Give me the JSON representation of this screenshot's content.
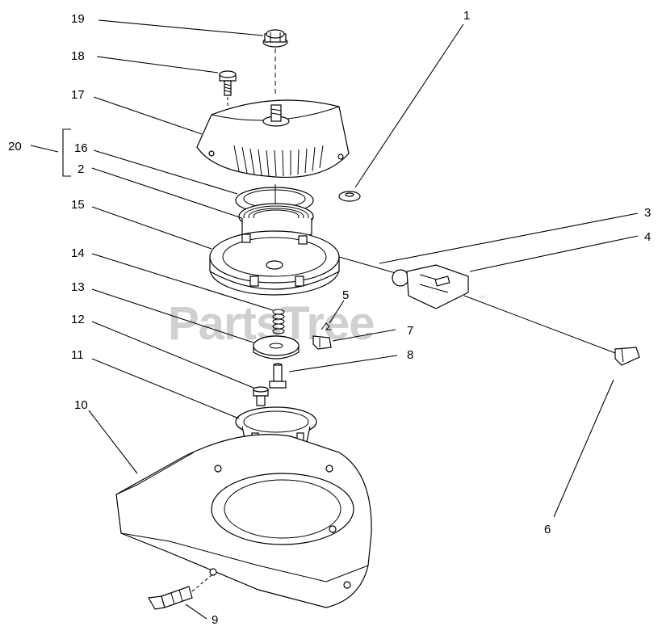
{
  "watermark": {
    "text": "PartsTree",
    "trademark": "™"
  },
  "callouts": [
    {
      "id": "c1",
      "text": "1"
    },
    {
      "id": "c2",
      "text": "2"
    },
    {
      "id": "c3",
      "text": "3"
    },
    {
      "id": "c4",
      "text": "4"
    },
    {
      "id": "c5",
      "text": "5"
    },
    {
      "id": "c6",
      "text": "6"
    },
    {
      "id": "c7",
      "text": "7"
    },
    {
      "id": "c8",
      "text": "8"
    },
    {
      "id": "c9",
      "text": "9"
    },
    {
      "id": "c10",
      "text": "10"
    },
    {
      "id": "c11",
      "text": "11"
    },
    {
      "id": "c12",
      "text": "12"
    },
    {
      "id": "c13",
      "text": "13"
    },
    {
      "id": "c14",
      "text": "14"
    },
    {
      "id": "c15",
      "text": "15"
    },
    {
      "id": "c16",
      "text": "16"
    },
    {
      "id": "c17",
      "text": "17"
    },
    {
      "id": "c18",
      "text": "18"
    },
    {
      "id": "c19",
      "text": "19"
    },
    {
      "id": "c20",
      "text": "20"
    }
  ]
}
